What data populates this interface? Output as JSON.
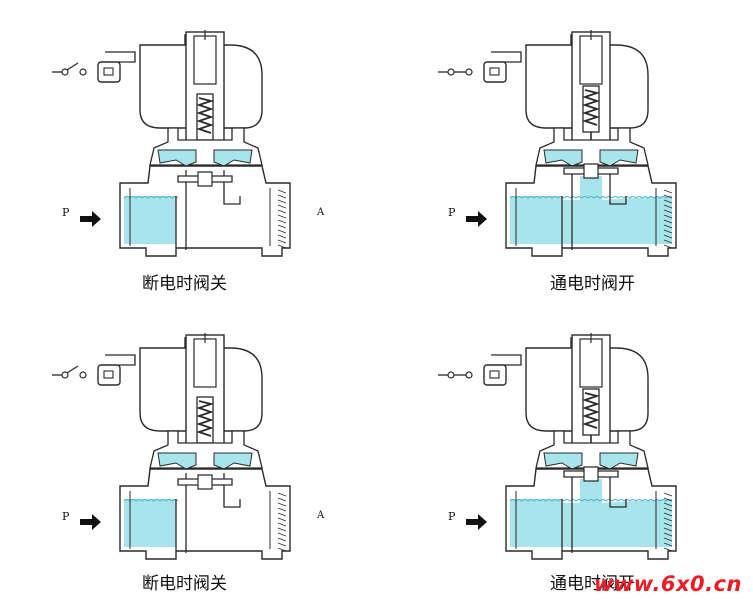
{
  "panels": [
    {
      "caption": "断电时阀关",
      "state": "closed",
      "p_label": "P",
      "a_label": "A"
    },
    {
      "caption": "通电时阀开",
      "state": "open",
      "p_label": "P",
      "a_label": ""
    },
    {
      "caption": "断电时阀关",
      "state": "closed",
      "p_label": "P",
      "a_label": "A"
    },
    {
      "caption": "通电时阀开",
      "state": "open",
      "p_label": "P",
      "a_label": ""
    }
  ],
  "watermark": "www.6x0.cn",
  "colors": {
    "water": "#a8e4ec",
    "line": "#2a2a2a",
    "arrow": "#111111",
    "watermark": "#ee1c25"
  }
}
